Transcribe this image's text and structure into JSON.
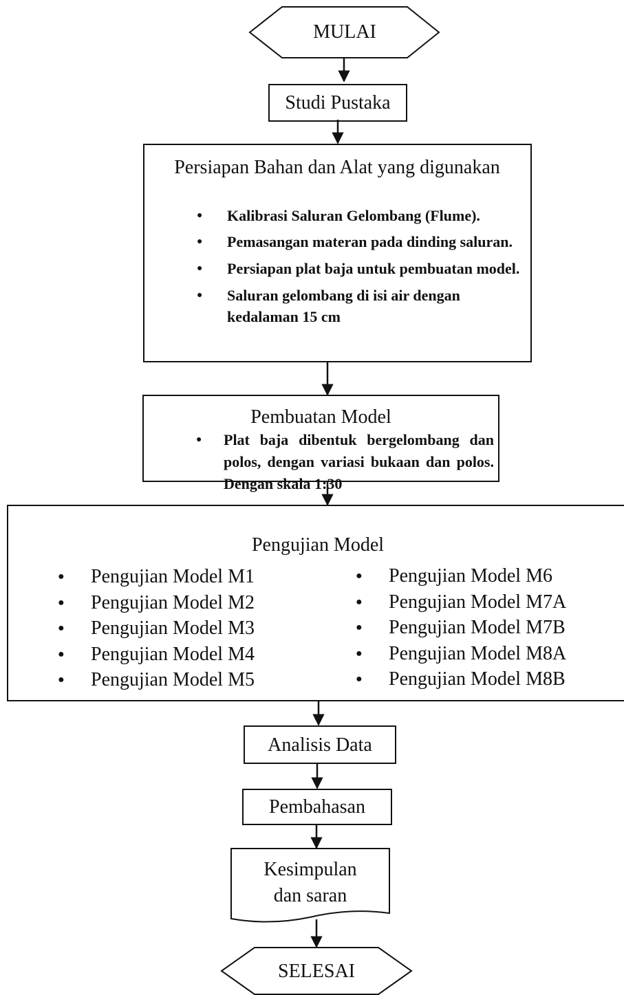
{
  "start": {
    "label": "MULAI"
  },
  "step1": {
    "title": "Studi Pustaka"
  },
  "step2": {
    "title": "Persiapan Bahan dan Alat yang digunakan",
    "items": [
      "Kalibrasi Saluran Gelombang (Flume).",
      "Pemasangan materan pada dinding saluran.",
      "Persiapan plat baja untuk pembuatan model.",
      "Saluran gelombang di isi air dengan kedalaman 15 cm"
    ]
  },
  "step3": {
    "title": "Pembuatan Model",
    "items": [
      "Plat baja dibentuk bergelombang dan polos, dengan variasi bukaan dan polos. Dengan skala 1:30"
    ]
  },
  "step4": {
    "title": "Pengujian Model",
    "left_items": [
      "Pengujian Model M1",
      "Pengujian Model M2",
      "Pengujian Model M3",
      "Pengujian Model M4",
      "Pengujian Model M5"
    ],
    "right_items": [
      "Pengujian Model M6",
      "Pengujian Model M7A",
      "Pengujian Model M7B",
      "Pengujian Model M8A",
      "Pengujian Model M8B"
    ]
  },
  "step5": {
    "title": "Analisis Data"
  },
  "step6": {
    "title": "Pembahasan"
  },
  "step7": {
    "title": "Kesimpulan dan saran"
  },
  "end": {
    "label": "SELESAI"
  }
}
